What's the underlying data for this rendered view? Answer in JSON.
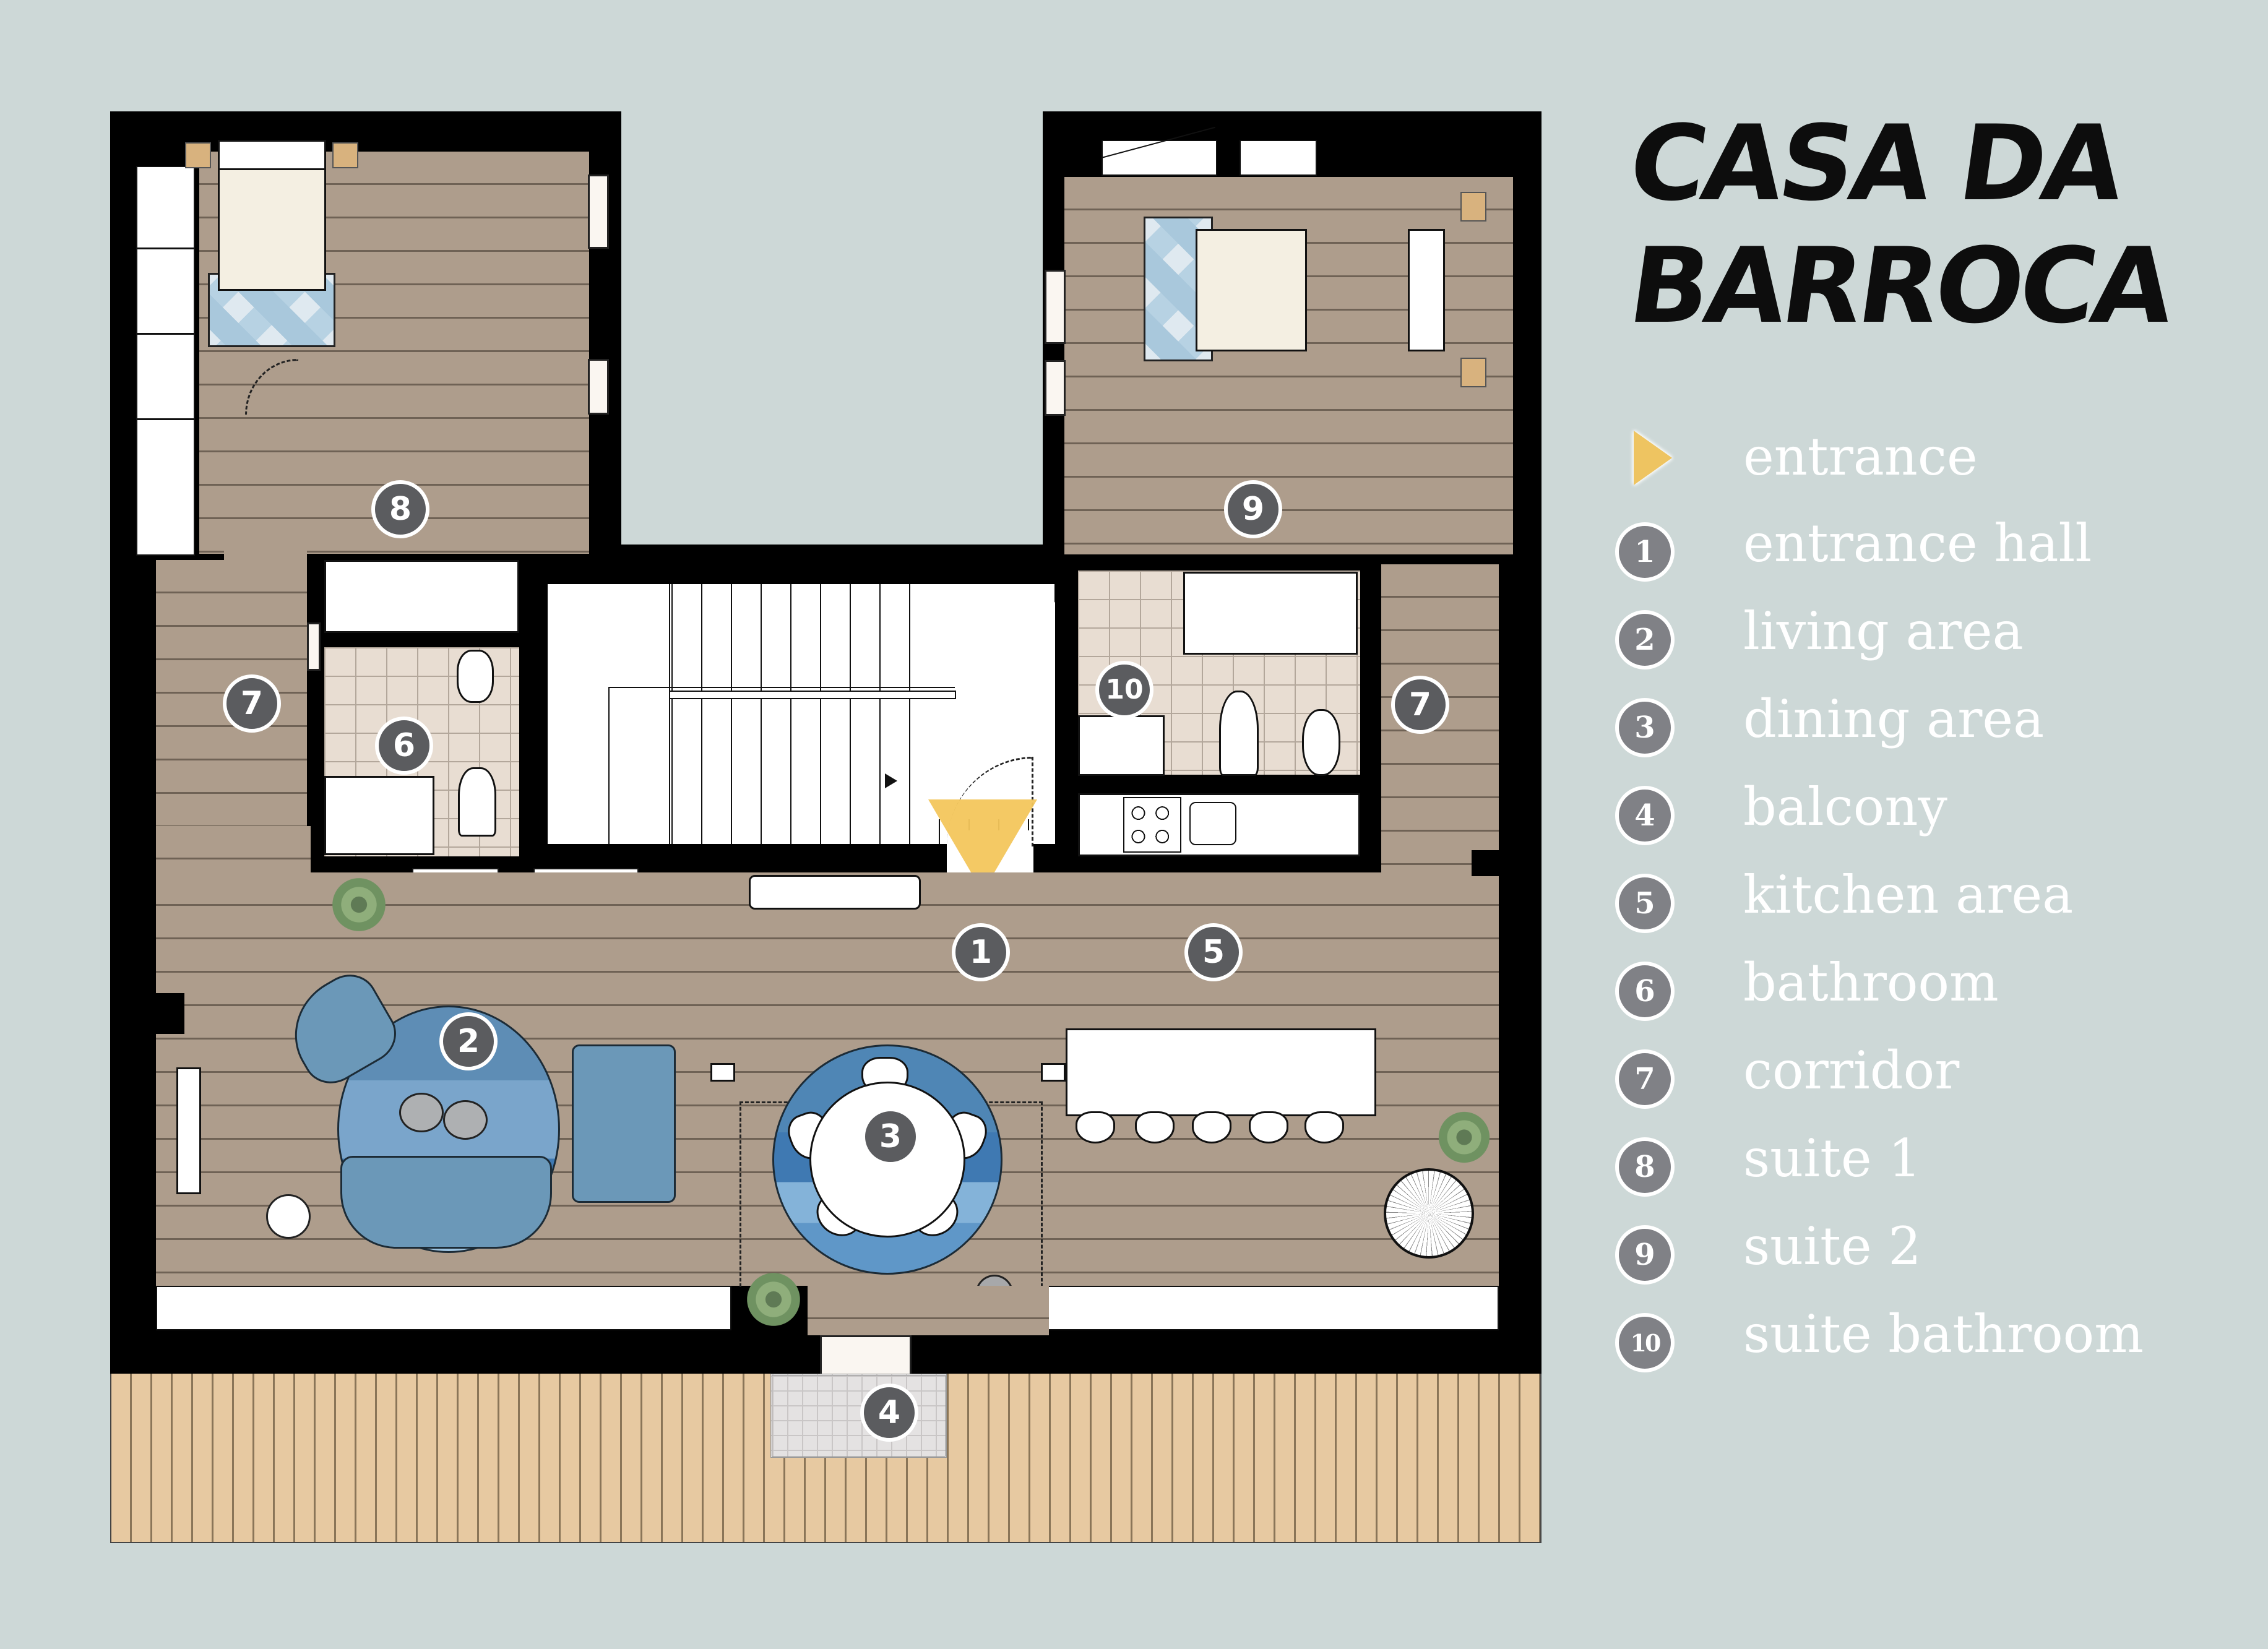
{
  "title": {
    "line1": "CASA DA",
    "line2": "BARROCA"
  },
  "legend": {
    "entrance": {
      "icon": "entrance-triangle-icon",
      "label": "entrance",
      "color": "#eec461"
    },
    "items": [
      {
        "number": "1",
        "label": "entrance hall"
      },
      {
        "number": "2",
        "label": "living area"
      },
      {
        "number": "3",
        "label": "dining area"
      },
      {
        "number": "4",
        "label": "balcony"
      },
      {
        "number": "5",
        "label": "kitchen area"
      },
      {
        "number": "6",
        "label": "bathroom"
      },
      {
        "number": "7",
        "label": "corridor"
      },
      {
        "number": "8",
        "label": "suite 1"
      },
      {
        "number": "9",
        "label": "suite 2"
      },
      {
        "number": "10",
        "label": "suite bathroom"
      }
    ]
  },
  "plan": {
    "badges": {
      "hall": "1",
      "living": "2",
      "dining": "3",
      "balcony": "4",
      "kitchen": "5",
      "bathroom": "6",
      "corridor_left": "7",
      "corridor_right": "7",
      "suite1": "8",
      "suite2": "9",
      "suite_bathroom": "10"
    }
  },
  "colors": {
    "background": "#cdd8d7",
    "walls": "#000000",
    "wood_floor": "#ae9d8c",
    "tile_floor": "#e8ddd2",
    "balcony_deck": "#e7c9a1",
    "badge": "#5b5c5f",
    "legend_badge": "#808186",
    "entrance_marker": "#eec461",
    "upholstery_blue": "#6b98b8"
  }
}
